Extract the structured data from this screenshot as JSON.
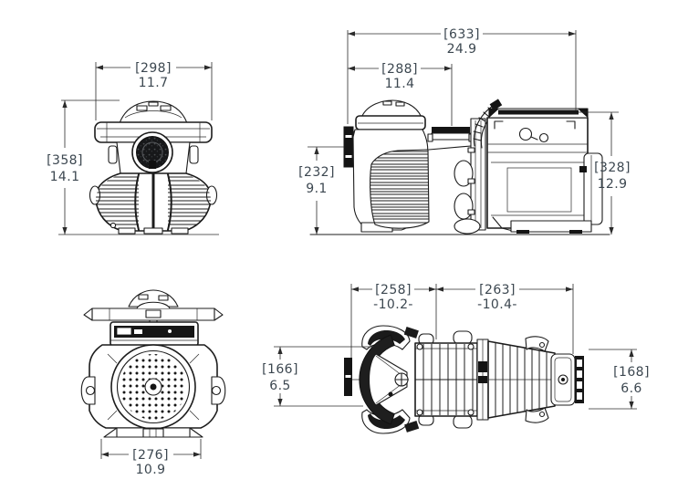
{
  "drawing": {
    "description": "Pool pump four-view dimensional drawing, millimeters in brackets over inches",
    "colors": {
      "background": "#ffffff",
      "line": "#1c1c1c",
      "dimension_text": "#3c4750",
      "dimension_line": "#2b2b2b"
    },
    "views": {
      "front": {
        "width": {
          "mm": "[298]",
          "inches": "11.7"
        },
        "height": {
          "mm": "[358]",
          "inches": "14.1"
        }
      },
      "side": {
        "overall_length": {
          "mm": "[633]",
          "inches": "24.9"
        },
        "strainer_length": {
          "mm": "[288]",
          "inches": "11.4"
        },
        "inlet_height": {
          "mm": "[232]",
          "inches": "9.1"
        },
        "motor_height": {
          "mm": "[328]",
          "inches": "12.9"
        }
      },
      "rear": {
        "base_width": {
          "mm": "[276]",
          "inches": "10.9"
        }
      },
      "top": {
        "wet_end_length": {
          "mm": "[258]",
          "inches": "-10.2-"
        },
        "motor_length": {
          "mm": "[263]",
          "inches": "-10.4-"
        },
        "wet_end_width": {
          "mm": "[166]",
          "inches": "6.5"
        },
        "motor_width": {
          "mm": "[168]",
          "inches": "6.6"
        }
      }
    }
  }
}
